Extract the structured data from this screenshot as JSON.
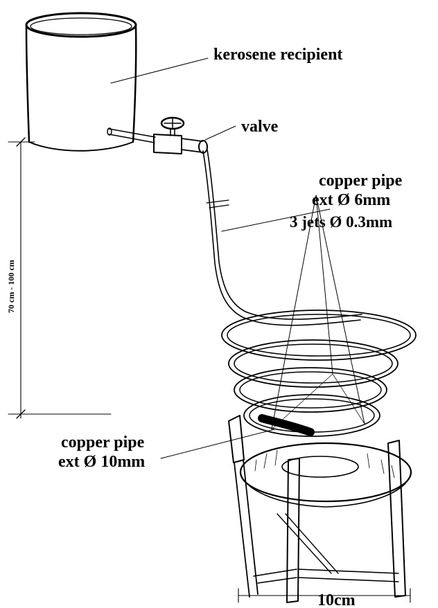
{
  "labels": {
    "kerosene_recipient": "kerosene recipient",
    "valve": "valve",
    "copper_pipe_6_line1": "copper pipe",
    "copper_pipe_6_line2": "ext Ø 6mm",
    "jets": "3 jets Ø 0.3mm",
    "copper_pipe_10_line1": "copper pipe",
    "copper_pipe_10_line2": "ext Ø 10mm",
    "height_dimension": "70 cm - 100 cm",
    "width_dimension": "10cm"
  }
}
